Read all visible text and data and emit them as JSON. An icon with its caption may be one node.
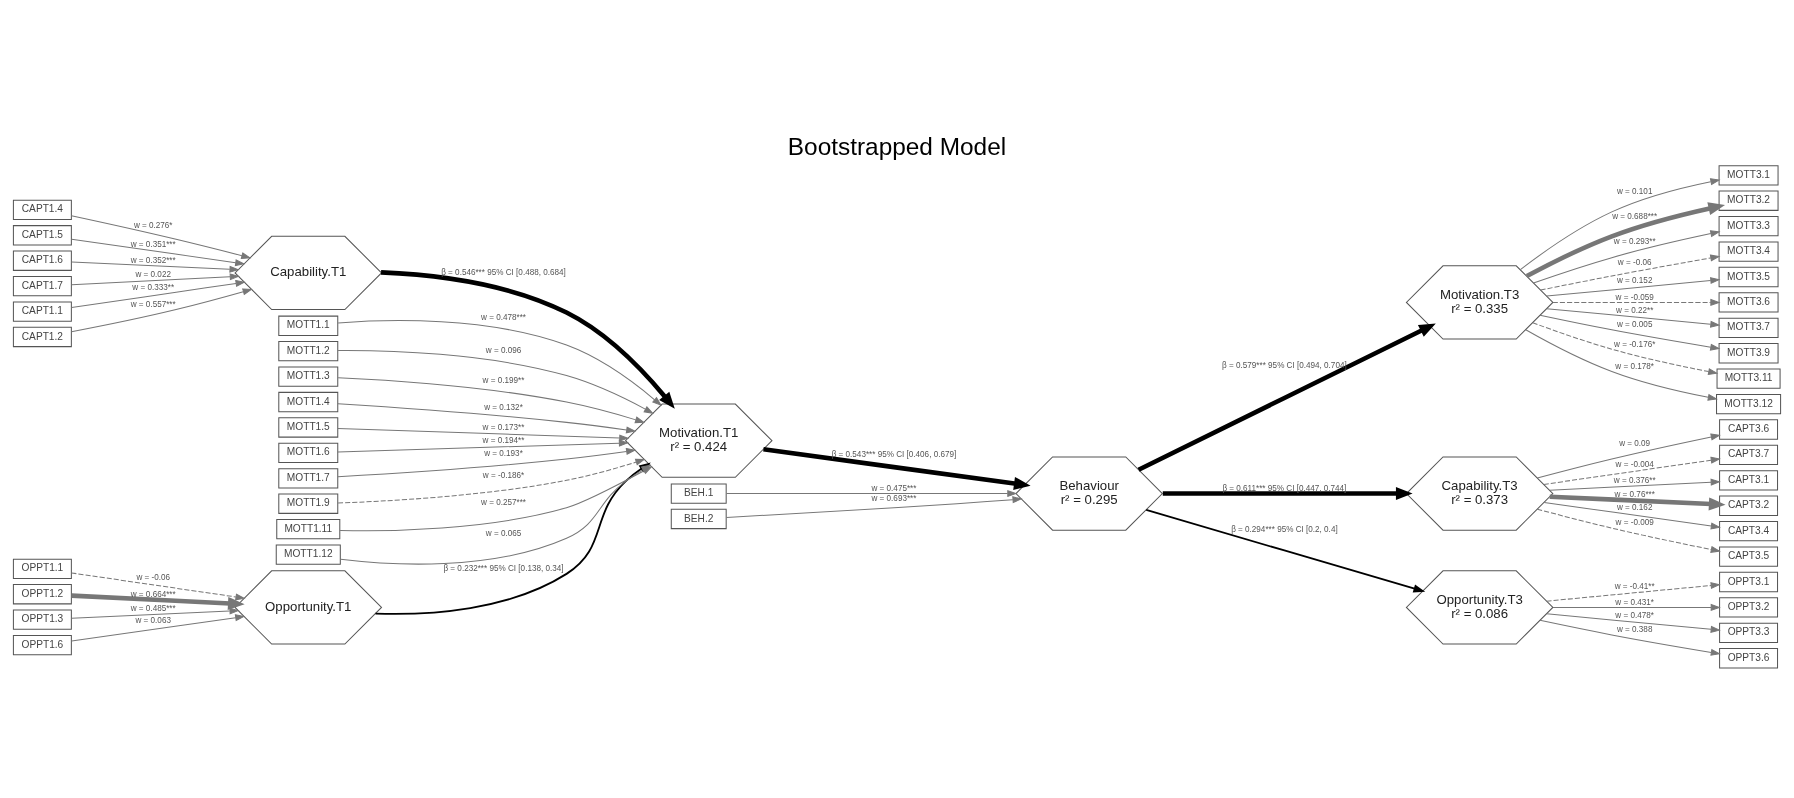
{
  "diagram": {
    "title": "Bootstrapped Model",
    "nodes": [
      {
        "text": [
          "OPPT1.1"
        ]
      },
      {
        "text": [
          "OPPT1.2"
        ]
      },
      {
        "text": [
          "OPPT1.3"
        ]
      },
      {
        "text": [
          "OPPT1.6"
        ]
      },
      {
        "text": [
          "Opportunity.T1"
        ]
      },
      {
        "text": [
          "MOTT1.1"
        ]
      },
      {
        "text": [
          "MOTT1.2"
        ]
      },
      {
        "text": [
          "MOTT1.3"
        ]
      },
      {
        "text": [
          "MOTT1.4"
        ]
      },
      {
        "text": [
          "MOTT1.5"
        ]
      },
      {
        "text": [
          "MOTT1.6"
        ]
      },
      {
        "text": [
          "MOTT1.7"
        ]
      },
      {
        "text": [
          "MOTT1.9"
        ]
      },
      {
        "text": [
          "MOTT1.11"
        ]
      },
      {
        "text": [
          "MOTT1.12"
        ]
      },
      {
        "text": [
          "CAPT1.1"
        ]
      },
      {
        "text": [
          "CAPT1.2"
        ]
      },
      {
        "text": [
          "CAPT1.4"
        ]
      },
      {
        "text": [
          "CAPT1.5"
        ]
      },
      {
        "text": [
          "CAPT1.6"
        ]
      },
      {
        "text": [
          "CAPT1.7"
        ]
      },
      {
        "text": [
          "Capability.T1"
        ]
      },
      {
        "text": [
          "BEH.1"
        ]
      },
      {
        "text": [
          "BEH.2"
        ]
      },
      {
        "text": [
          "Motivation.T1",
          "r² = 0.424"
        ]
      },
      {
        "text": [
          "Behaviour",
          "r² = 0.295"
        ]
      },
      {
        "text": [
          "Motivation.T3",
          "r² = 0.335"
        ]
      },
      {
        "text": [
          "MOTT3.1"
        ]
      },
      {
        "text": [
          "MOTT3.2"
        ]
      },
      {
        "text": [
          "MOTT3.3"
        ]
      },
      {
        "text": [
          "MOTT3.4"
        ]
      },
      {
        "text": [
          "MOTT3.5"
        ]
      },
      {
        "text": [
          "MOTT3.6"
        ]
      },
      {
        "text": [
          "MOTT3.7"
        ]
      },
      {
        "text": [
          "MOTT3.9"
        ]
      },
      {
        "text": [
          "MOTT3.11"
        ]
      },
      {
        "text": [
          "MOTT3.12"
        ]
      },
      {
        "text": [
          "Capability.T3",
          "r² = 0.373"
        ]
      },
      {
        "text": [
          "CAPT3.1"
        ]
      },
      {
        "text": [
          "CAPT3.2"
        ]
      },
      {
        "text": [
          "CAPT3.4"
        ]
      },
      {
        "text": [
          "CAPT3.5"
        ]
      },
      {
        "text": [
          "CAPT3.6"
        ]
      },
      {
        "text": [
          "CAPT3.7"
        ]
      },
      {
        "text": [
          "Opportunity.T3",
          "r² = 0.086"
        ]
      },
      {
        "text": [
          "OPPT3.1"
        ]
      },
      {
        "text": [
          "OPPT3.2"
        ]
      },
      {
        "text": [
          "OPPT3.3"
        ]
      },
      {
        "text": [
          "OPPT3.6"
        ]
      }
    ],
    "edges": [
      {
        "from": 0,
        "to": 4,
        "arrow": "to",
        "label": "w = -0.06",
        "style": "dashed"
      },
      {
        "from": 1,
        "to": 4,
        "arrow": "to",
        "label": "w = 0.664***",
        "style": "thick"
      },
      {
        "from": 2,
        "to": 4,
        "arrow": "to",
        "label": "w = 0.485***"
      },
      {
        "from": 3,
        "to": 4,
        "arrow": "to",
        "label": "w = 0.063"
      },
      {
        "from": 4,
        "to": 24,
        "arrow": "to",
        "label": "β = 0.232*** 95% CI [0.138, 0.34]",
        "color": "#000000"
      },
      {
        "from": 5,
        "to": 24,
        "arrow": "to",
        "label": "w = 0.478***"
      },
      {
        "from": 6,
        "to": 24,
        "arrow": "to",
        "label": "w = 0.096"
      },
      {
        "from": 7,
        "to": 24,
        "arrow": "to",
        "label": "w = 0.199**"
      },
      {
        "from": 8,
        "to": 24,
        "arrow": "to",
        "label": "w = 0.132*"
      },
      {
        "from": 9,
        "to": 24,
        "arrow": "to",
        "label": "w = 0.173**"
      },
      {
        "from": 10,
        "to": 24,
        "arrow": "to",
        "label": "w = 0.194**"
      },
      {
        "from": 11,
        "to": 24,
        "arrow": "to",
        "label": "w = 0.193*"
      },
      {
        "from": 12,
        "to": 24,
        "arrow": "to",
        "label": "w = -0.186*",
        "style": "dashed"
      },
      {
        "from": 13,
        "to": 24,
        "arrow": "to",
        "label": "w = 0.257***"
      },
      {
        "from": 14,
        "to": 24,
        "arrow": "to",
        "label": "w = 0.065"
      },
      {
        "from": 15,
        "to": 21,
        "arrow": "to",
        "label": "w = 0.333**"
      },
      {
        "from": 16,
        "to": 21,
        "arrow": "to",
        "label": "w = 0.557***"
      },
      {
        "from": 17,
        "to": 21,
        "arrow": "to",
        "label": "w = 0.276*"
      },
      {
        "from": 18,
        "to": 21,
        "arrow": "to",
        "label": "w = 0.351***"
      },
      {
        "from": 19,
        "to": 21,
        "arrow": "to",
        "label": "w = 0.352***"
      },
      {
        "from": 20,
        "to": 21,
        "arrow": "to",
        "label": "w = 0.022"
      },
      {
        "from": 21,
        "to": 24,
        "arrow": "to",
        "label": "β = 0.546*** 95% CI [0.488, 0.684]",
        "style": "thick",
        "color": "#000000"
      },
      {
        "from": 22,
        "to": 25,
        "arrow": "to",
        "label": "w = 0.475***"
      },
      {
        "from": 23,
        "to": 25,
        "arrow": "to",
        "label": "w = 0.693***"
      },
      {
        "from": 24,
        "to": 25,
        "arrow": "to",
        "label": "β = 0.543*** 95% CI [0.406, 0.679]",
        "style": "thick",
        "color": "#000000"
      },
      {
        "from": 25,
        "to": 26,
        "arrow": "to",
        "label": "β = 0.579*** 95% CI [0.494, 0.704]",
        "style": "thick",
        "color": "#000000"
      },
      {
        "from": 25,
        "to": 37,
        "arrow": "to",
        "label": "β = 0.611*** 95% CI [0.447, 0.744]",
        "style": "thick",
        "color": "#000000"
      },
      {
        "from": 25,
        "to": 44,
        "arrow": "to",
        "label": "β = 0.294*** 95% CI [0.2, 0.4]",
        "color": "#000000"
      },
      {
        "from": 26,
        "to": 27,
        "arrow": "to",
        "label": "w = 0.101"
      },
      {
        "from": 26,
        "to": 28,
        "arrow": "to",
        "label": "w = 0.688***",
        "style": "thick"
      },
      {
        "from": 26,
        "to": 29,
        "arrow": "to",
        "label": "w = 0.293**"
      },
      {
        "from": 26,
        "to": 30,
        "arrow": "to",
        "label": "w = -0.06",
        "style": "dashed"
      },
      {
        "from": 26,
        "to": 31,
        "arrow": "to",
        "label": "w = 0.152"
      },
      {
        "from": 26,
        "to": 32,
        "arrow": "to",
        "label": "w = -0.059",
        "style": "dashed"
      },
      {
        "from": 26,
        "to": 33,
        "arrow": "to",
        "label": "w = 0.22**"
      },
      {
        "from": 26,
        "to": 34,
        "arrow": "to",
        "label": "w = 0.005"
      },
      {
        "from": 26,
        "to": 35,
        "arrow": "to",
        "label": "w = -0.176*",
        "style": "dashed"
      },
      {
        "from": 26,
        "to": 36,
        "arrow": "to",
        "label": "w = 0.178*"
      },
      {
        "from": 37,
        "to": 38,
        "arrow": "to",
        "label": "w = 0.376**"
      },
      {
        "from": 37,
        "to": 39,
        "arrow": "to",
        "label": "w = 0.76***",
        "style": "thick"
      },
      {
        "from": 37,
        "to": 40,
        "arrow": "to",
        "label": "w = 0.162"
      },
      {
        "from": 37,
        "to": 41,
        "arrow": "to",
        "label": "w = -0.009",
        "style": "dashed"
      },
      {
        "from": 37,
        "to": 42,
        "arrow": "to",
        "label": "w = 0.09"
      },
      {
        "from": 37,
        "to": 43,
        "arrow": "to",
        "label": "w = -0.004",
        "style": "dashed"
      },
      {
        "from": 44,
        "to": 45,
        "arrow": "to",
        "label": "w = -0.41**",
        "style": "dashed"
      },
      {
        "from": 44,
        "to": 46,
        "arrow": "to",
        "label": "w = 0.431*"
      },
      {
        "from": 44,
        "to": 47,
        "arrow": "to",
        "label": "w = 0.478*"
      },
      {
        "from": 44,
        "to": 48,
        "arrow": "to",
        "label": "w = 0.388"
      }
    ]
  }
}
